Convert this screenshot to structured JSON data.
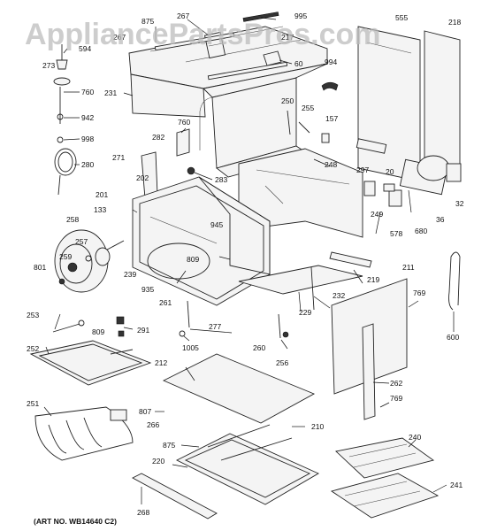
{
  "watermark": "AppliancePartsPros.com",
  "art_number": "(ART NO. WB14640 C2)",
  "part_labels": [
    "875",
    "267",
    "995",
    "217",
    "555",
    "218",
    "594",
    "273",
    "60",
    "267",
    "994",
    "760",
    "231",
    "942",
    "998",
    "250",
    "255",
    "157",
    "760",
    "280",
    "282",
    "271",
    "283",
    "297",
    "248",
    "20",
    "36",
    "32",
    "202",
    "201",
    "133",
    "945",
    "249",
    "578",
    "680",
    "258",
    "257",
    "801",
    "259",
    "809",
    "935",
    "239",
    "261",
    "219",
    "211",
    "769",
    "229",
    "232",
    "600",
    "253",
    "291",
    "809",
    "277",
    "1005",
    "260",
    "256",
    "252",
    "212",
    "262",
    "769",
    "807",
    "266",
    "210",
    "251",
    "875",
    "220",
    "240",
    "241",
    "268"
  ]
}
